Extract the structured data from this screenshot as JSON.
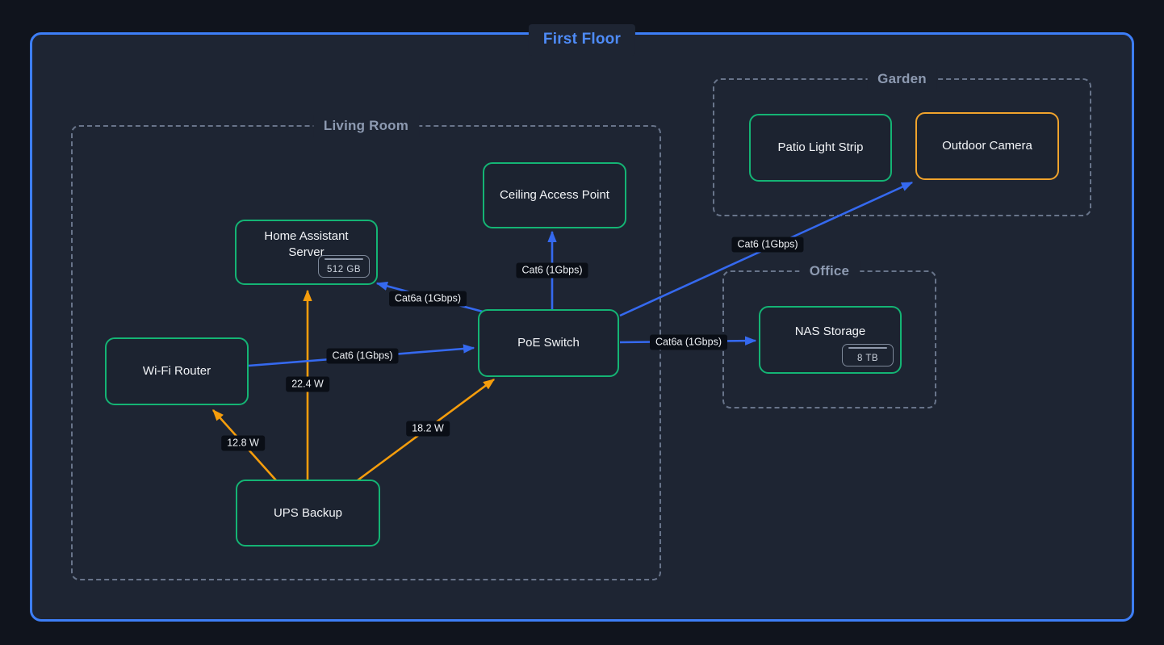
{
  "title": "First Floor",
  "rooms": [
    {
      "label": "Living Room"
    },
    {
      "label": "Garden"
    },
    {
      "label": "Office"
    }
  ],
  "devices": [
    {
      "label": "Home Assistant Server",
      "badge": "512 GB"
    },
    {
      "label": "Wi-Fi Router"
    },
    {
      "label": "UPS Backup"
    },
    {
      "label": "PoE Switch"
    },
    {
      "label": "Ceiling Access Point"
    },
    {
      "label": "Patio Light Strip"
    },
    {
      "label": "Outdoor Camera"
    },
    {
      "label": "NAS Storage",
      "badge": "8 TB"
    }
  ],
  "edges": [
    {
      "from": "Wi-Fi Router",
      "to": "PoE Switch",
      "label": "Cat6 (1Gbps)",
      "kind": "network"
    },
    {
      "from": "PoE Switch",
      "to": "Home Assistant Server",
      "label": "Cat6a (1Gbps)",
      "kind": "network"
    },
    {
      "from": "PoE Switch",
      "to": "Ceiling Access Point",
      "label": "Cat6 (1Gbps)",
      "kind": "network"
    },
    {
      "from": "PoE Switch",
      "to": "NAS Storage",
      "label": "Cat6a (1Gbps)",
      "kind": "network"
    },
    {
      "from": "PoE Switch",
      "to": "Outdoor Camera",
      "label": "Cat6 (1Gbps)",
      "kind": "network"
    },
    {
      "from": "UPS Backup",
      "to": "Home Assistant Server",
      "label": "22.4 W",
      "kind": "power"
    },
    {
      "from": "UPS Backup",
      "to": "Wi-Fi Router",
      "label": "12.8 W",
      "kind": "power"
    },
    {
      "from": "UPS Backup",
      "to": "PoE Switch",
      "label": "18.2 W",
      "kind": "power"
    }
  ],
  "colors": {
    "floor_border": "#3d7ef7",
    "title_text": "#4e8bf7",
    "room_border": "#68748a",
    "room_label_text": "#8d9ab1",
    "device_border_green": "#14b474",
    "device_border_orange": "#f0a32c",
    "network_edge": "#3569ef",
    "power_edge": "#f59d0c",
    "edge_label_bg": "#0a0e16",
    "background": "#1e2533"
  }
}
